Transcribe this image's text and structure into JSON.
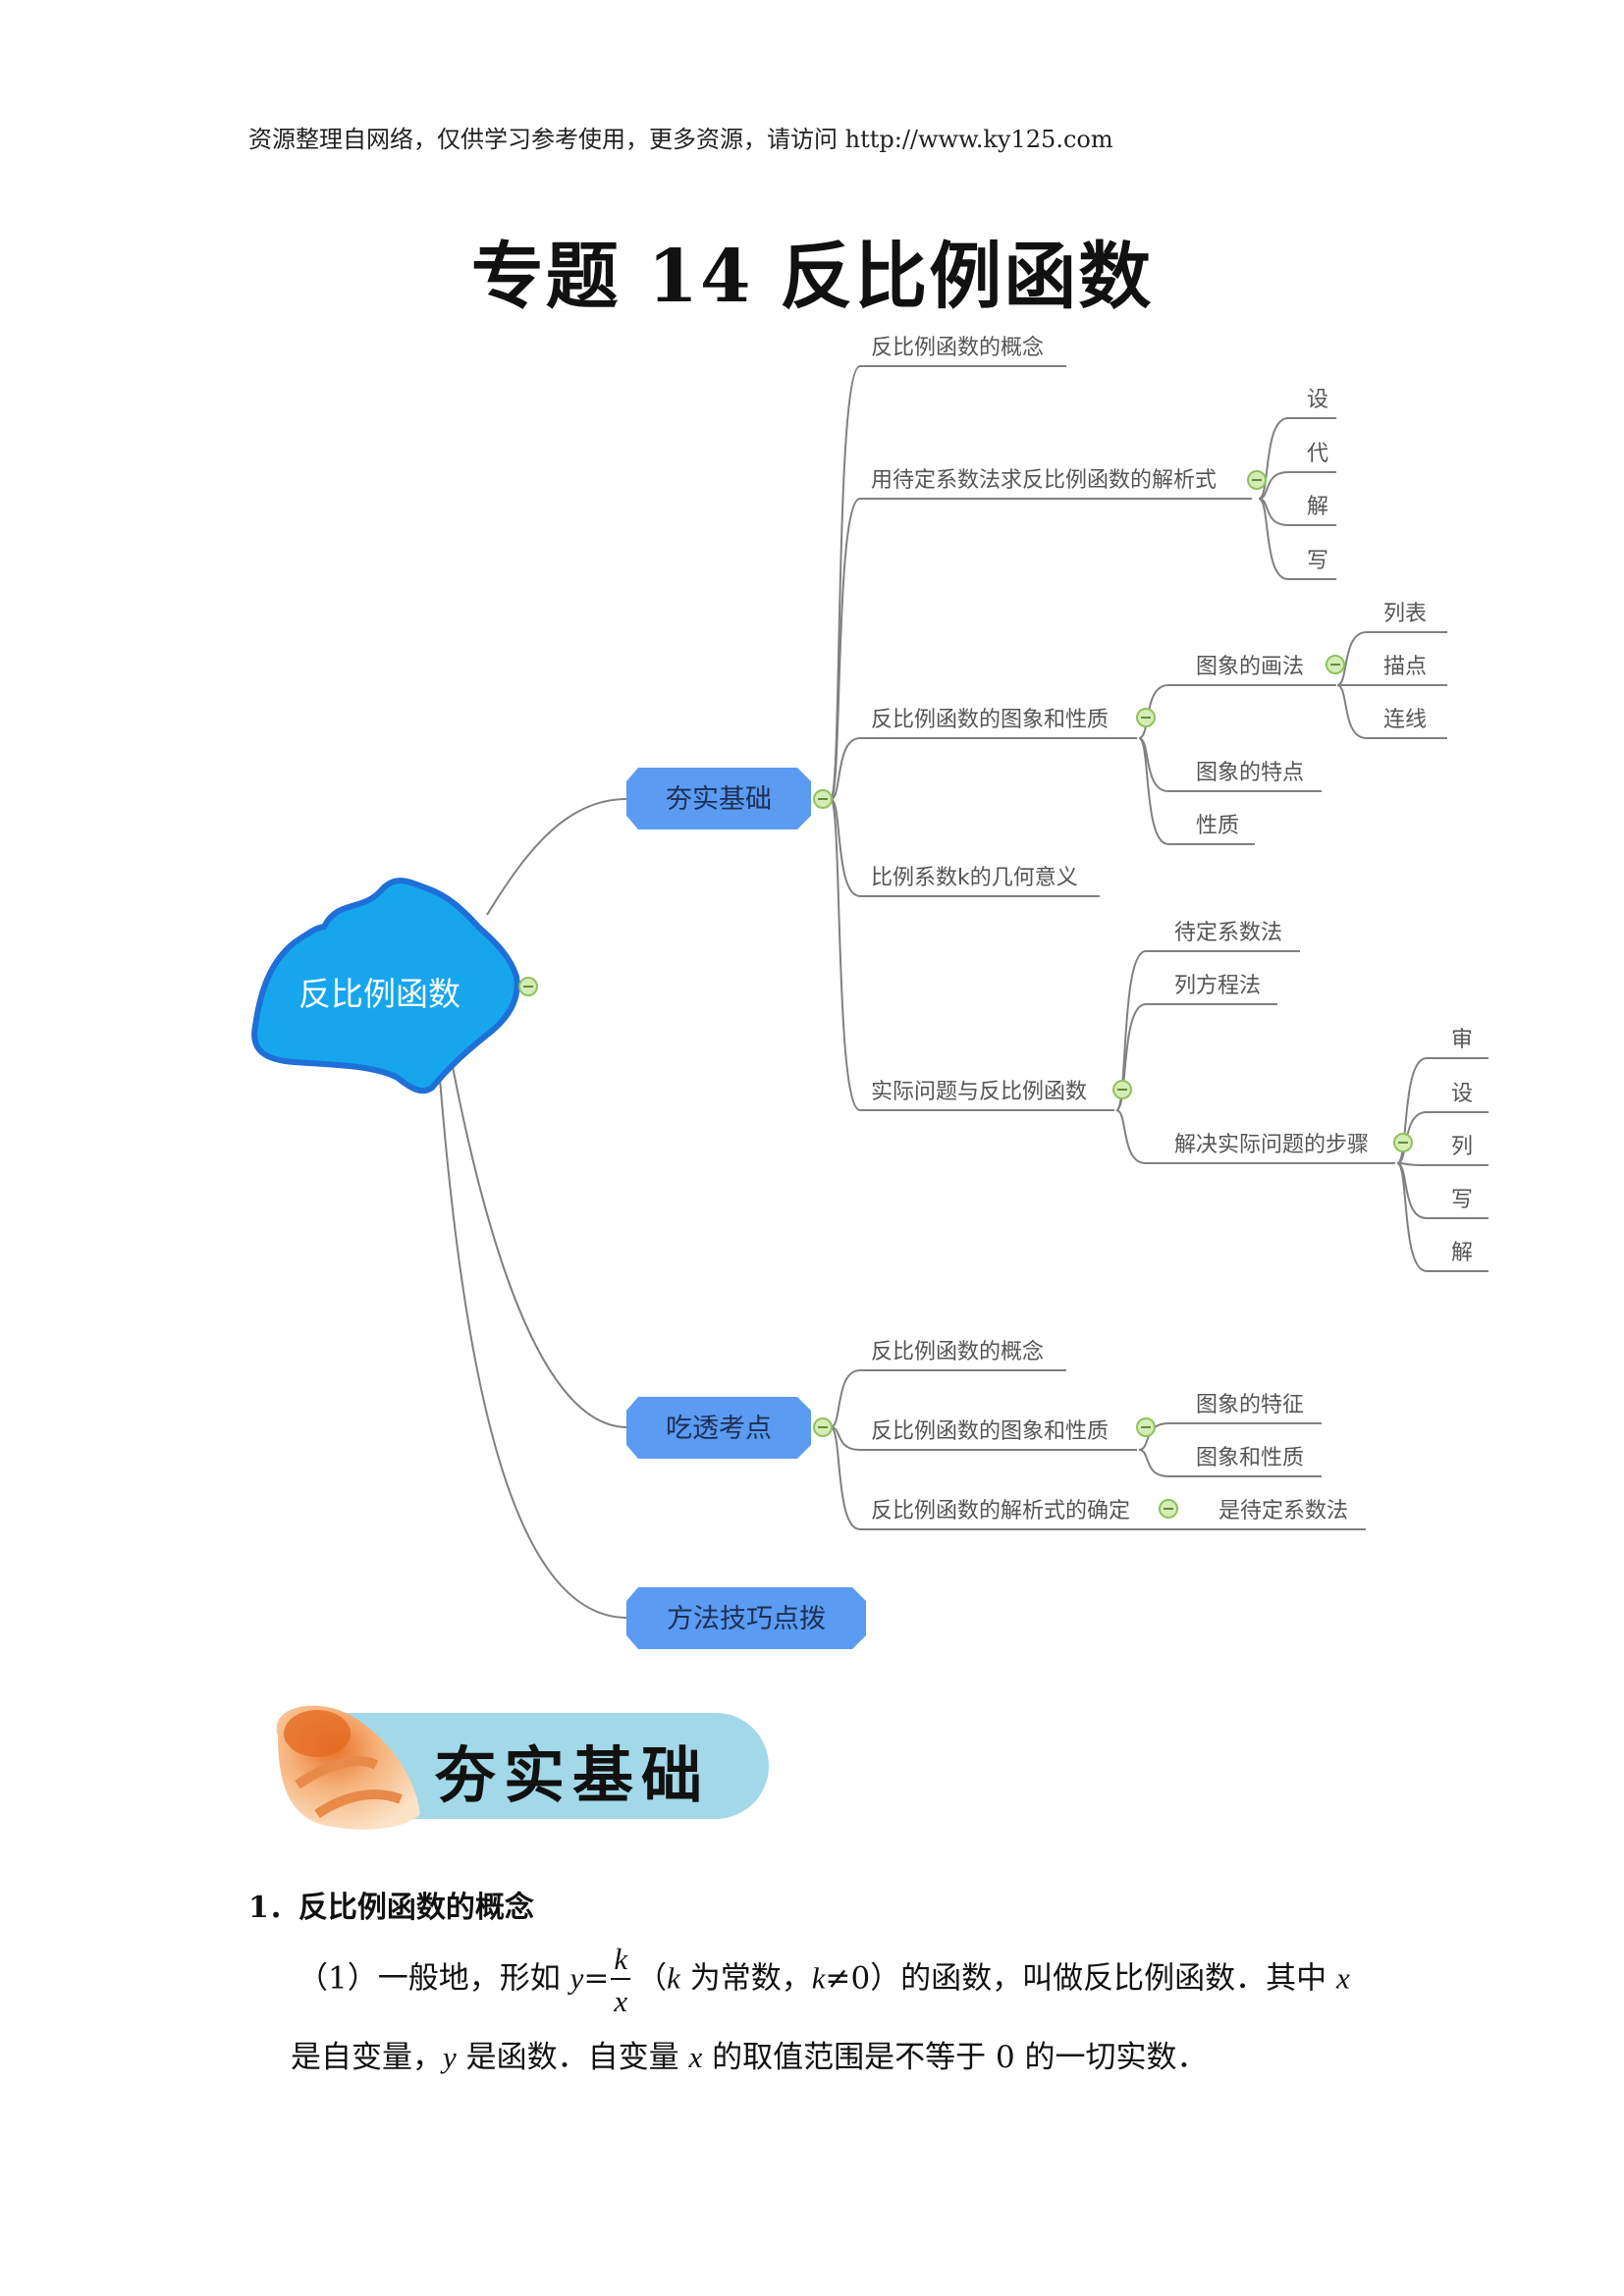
{
  "header": {
    "source_note": "资源整理自网络，仅供学习参考使用，更多资源，请访问 http://www.ky125.com"
  },
  "title": "专题 14  反比例函数",
  "mindmap": {
    "root": "反比例函数",
    "branches": [
      {
        "label": "夯实基础",
        "children": [
          {
            "label": "反比例函数的概念"
          },
          {
            "label": "用待定系数法求反比例函数的解析式",
            "children": [
              "设",
              "代",
              "解",
              "写"
            ]
          },
          {
            "label": "反比例函数的图象和性质",
            "children": [
              {
                "label": "图象的画法",
                "children": [
                  "列表",
                  "描点",
                  "连线"
                ]
              },
              {
                "label": "图象的特点"
              },
              {
                "label": "性质"
              }
            ]
          },
          {
            "label": "比例系数k的几何意义"
          },
          {
            "label": "实际问题与反比例函数",
            "children": [
              {
                "label": "待定系数法"
              },
              {
                "label": "列方程法"
              },
              {
                "label": "解决实际问题的步骤",
                "children": [
                  "审",
                  "设",
                  "列",
                  "写",
                  "解"
                ]
              }
            ]
          }
        ]
      },
      {
        "label": "吃透考点",
        "children": [
          {
            "label": "反比例函数的概念"
          },
          {
            "label": "反比例函数的图象和性质",
            "children": [
              "图象的特征",
              "图象和性质"
            ]
          },
          {
            "label": "反比例函数的解析式的确定",
            "children": [
              "是待定系数法"
            ]
          }
        ]
      },
      {
        "label": "方法技巧点拨"
      }
    ]
  },
  "banner": {
    "title": "夯实基础"
  },
  "section1": {
    "heading": "1．反比例函数的概念",
    "line1_prefix": "（1）一般地，形如 ",
    "y": "y",
    "eq": "=",
    "frac_num": "k",
    "frac_den": "x",
    "line1_mid1": "（",
    "k": "k",
    "line1_mid2": " 为常数，",
    "k2": "k",
    "neq0": "≠0",
    "line1_suffix": "）的函数，叫做反比例函数．其中 ",
    "x": "x",
    "line2_a": "是自变量，",
    "line2_y": "y",
    "line2_b": " 是函数．自变量 ",
    "line2_x": "x",
    "line2_c": " 的取值范围是不等于 0 的一切实数．"
  },
  "colors": {
    "node_blue": "#5b9bf2",
    "root_fill": "#17a6ee",
    "root_stroke": "#1f6fd8",
    "banner_teal": "#a2d8e7",
    "minus_green": "#8fc35a"
  }
}
